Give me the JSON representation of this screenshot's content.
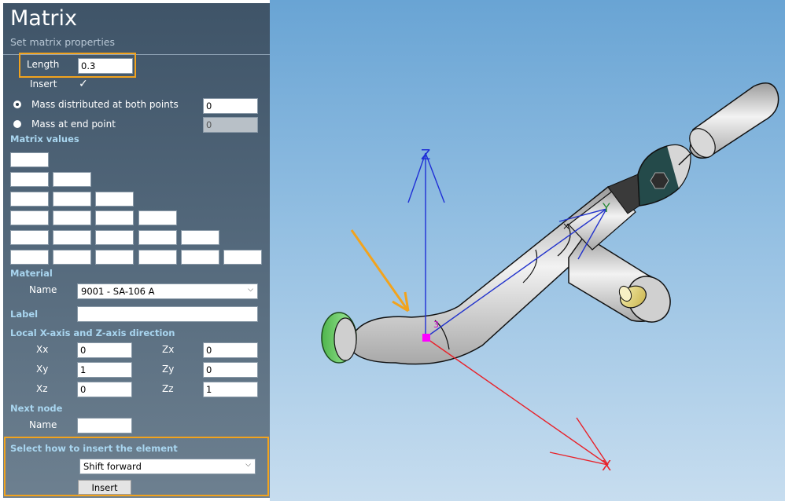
{
  "panel": {
    "title": "Matrix",
    "subtitle": "Set matrix properties",
    "length_label": "Length",
    "length_value": "0.3",
    "insert_label": "Insert",
    "insert_checked": "✓",
    "mass_both_label": "Mass distributed at both points",
    "mass_both_value": "0",
    "mass_end_label": "Mass at end point",
    "mass_end_value": "0",
    "matrix_values_label": "Matrix values",
    "material_section": "Material",
    "material_name_label": "Name",
    "material_value": "9001 - SA-106 A",
    "label_label": "Label",
    "label_value": "",
    "axis_section": "Local X-axis and Z-axis direction",
    "xx_label": "Xx",
    "xx_value": "0",
    "xy_label": "Xy",
    "xy_value": "1",
    "xz_label": "Xz",
    "xz_value": "0",
    "zx_label": "Zx",
    "zx_value": "0",
    "zy_label": "Zy",
    "zy_value": "0",
    "zz_label": "Zz",
    "zz_value": "1",
    "next_node_section": "Next node",
    "next_node_name_label": "Name",
    "next_node_name_value": "",
    "insert_method_section": "Select how to insert the element",
    "insert_method_value": "Shift forward",
    "insert_button": "Insert"
  },
  "viewport": {
    "axis_z_label": "Z",
    "axis_y_label": "Y",
    "axis_x_label": "X",
    "node_label": "3",
    "colors": {
      "x_axis": "#e8222a",
      "y_axis": "#2a8a3a",
      "z_axis": "#1f2fd6",
      "local_axis": "#2233cc",
      "node": "#ff00ff",
      "arrow": "#f2a31d",
      "pipe": "#d8d8d8",
      "flange": "#7fe07a"
    }
  }
}
